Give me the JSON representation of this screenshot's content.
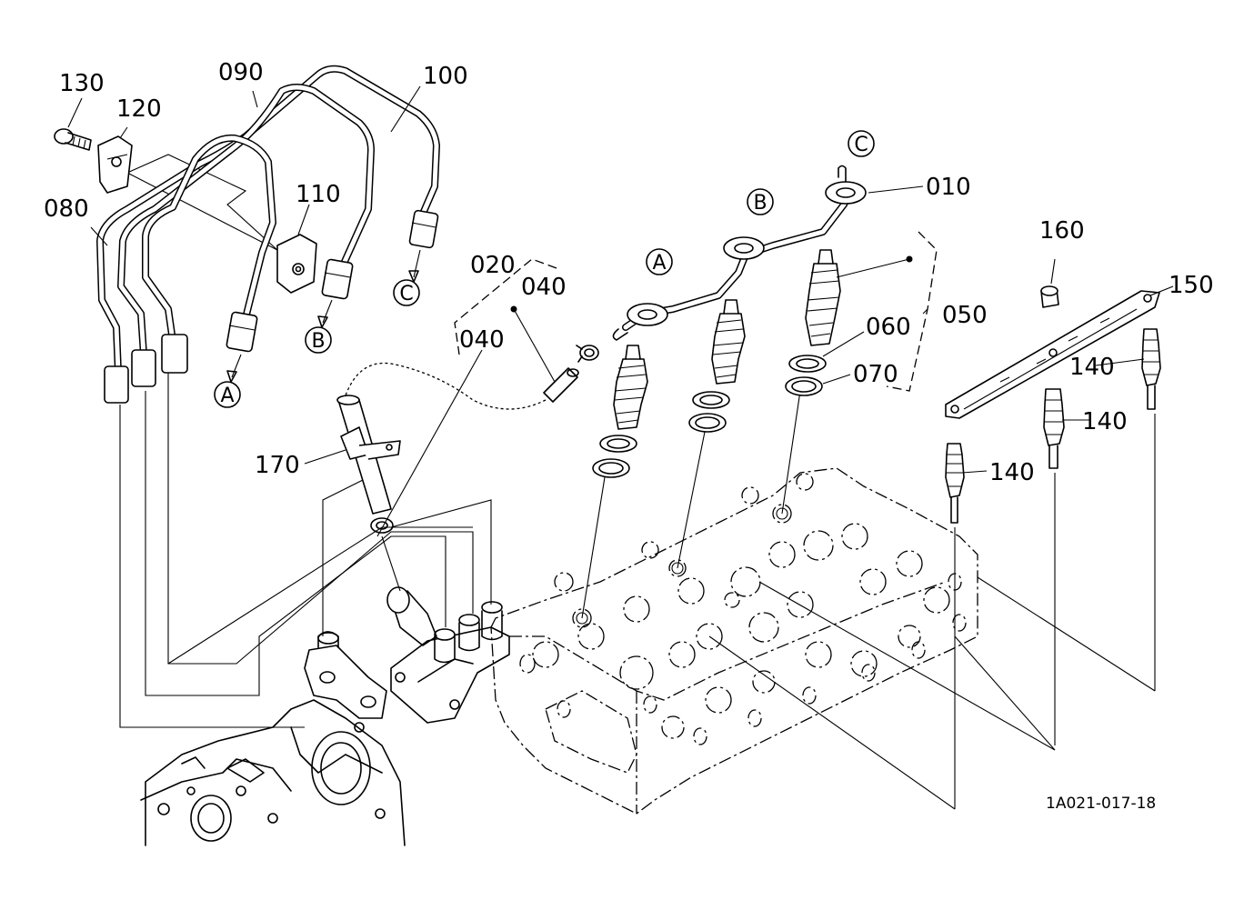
{
  "part_labels": {
    "p010": "010",
    "p020": "020",
    "p040a": "040",
    "p040b": "040",
    "p050": "050",
    "p060": "060",
    "p070": "070",
    "p080": "080",
    "p090": "090",
    "p100": "100",
    "p110": "110",
    "p120": "120",
    "p130": "130",
    "p140a": "140",
    "p140b": "140",
    "p140c": "140",
    "p150": "150",
    "p160": "160",
    "p170": "170"
  },
  "connection_markers": {
    "a_pipe": "A",
    "b_pipe": "B",
    "c_pipe": "C",
    "a_nozzle": "A",
    "b_nozzle": "B",
    "c_nozzle": "C"
  },
  "diagram_code": "1A021-017-18"
}
